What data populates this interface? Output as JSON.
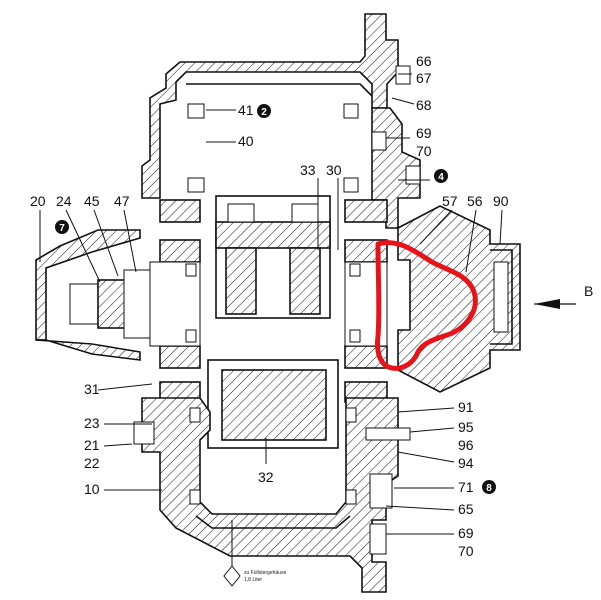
{
  "diagram": {
    "labels": {
      "l66": "66",
      "l67": "67",
      "l68": "68",
      "l41": "41",
      "l40": "40",
      "l69a": "69",
      "l70a": "70",
      "l33": "33",
      "l30": "30",
      "l20": "20",
      "l24": "24",
      "l45": "45",
      "l47": "47",
      "l57": "57",
      "l56": "56",
      "l90": "90",
      "lB": "B",
      "l31": "31",
      "l23": "23",
      "l21": "21",
      "l22": "22",
      "l10": "10",
      "l32": "32",
      "l91": "91",
      "l95": "95",
      "l96": "96",
      "l94": "94",
      "l71": "71",
      "l65": "65",
      "l69b": "69",
      "l70b": "70"
    },
    "badges": {
      "b2": "2",
      "b4": "4",
      "b7": "7",
      "b8": "8"
    },
    "oil_note_line1": "zu Füllstergehäuse",
    "oil_note_line2": "1,8 Liter",
    "colors": {
      "line": "#111111",
      "highlight": "#e8121a",
      "badge_fill": "#111111"
    }
  }
}
